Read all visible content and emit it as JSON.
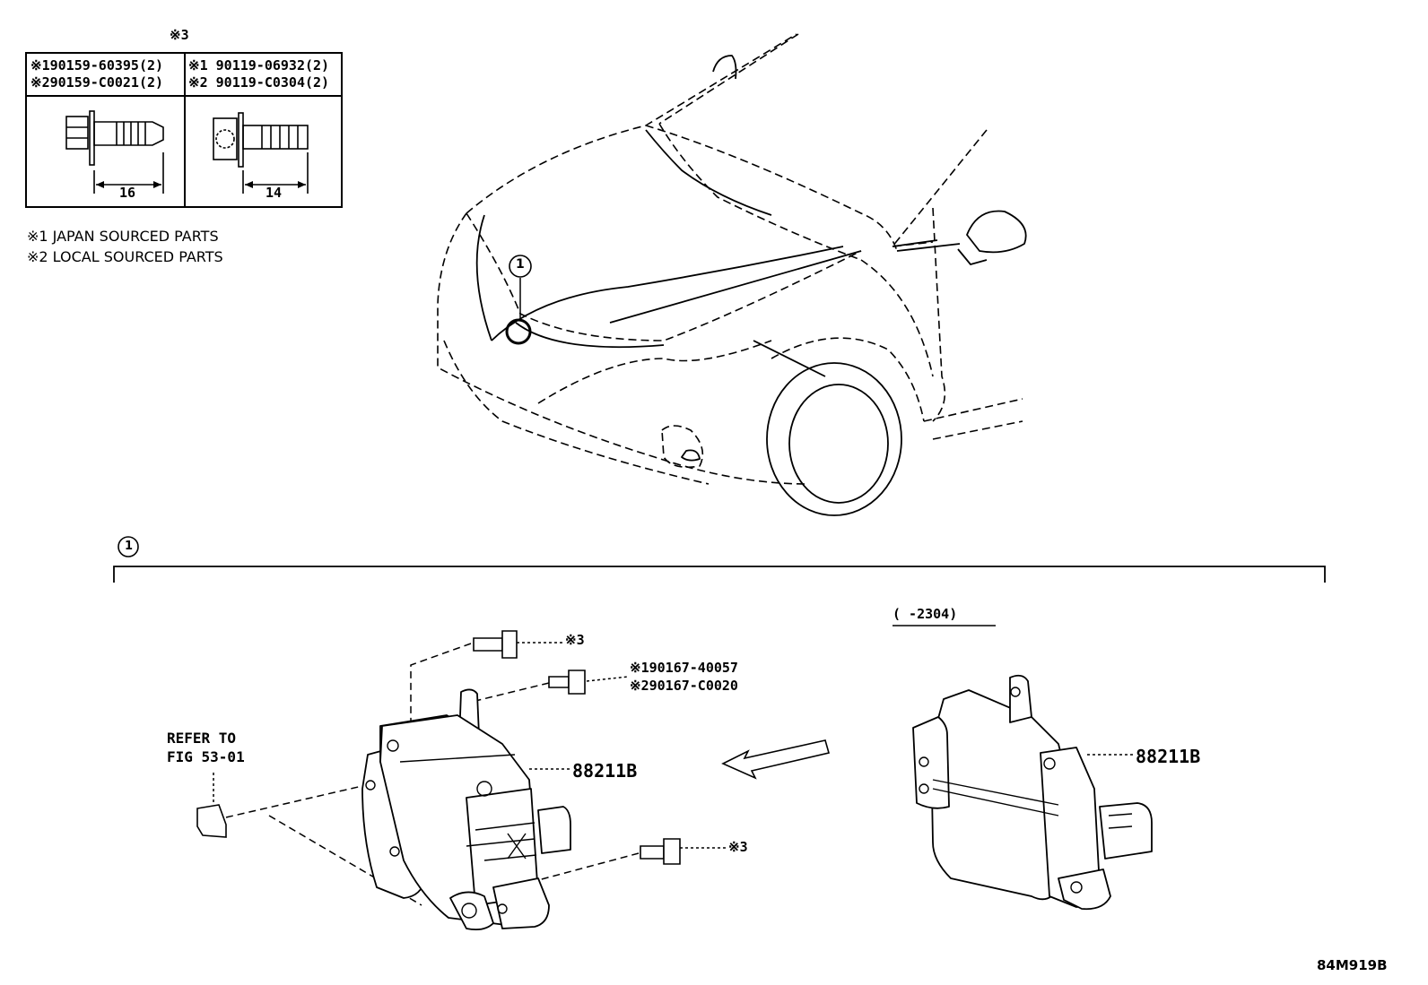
{
  "table": {
    "header_note": "※3",
    "col1": {
      "line1": "※190159-60395(2)",
      "line2": "※290159-C0021(2)",
      "length": "16"
    },
    "col2": {
      "line1": "※1 90119-06932(2)",
      "line2": "※2 90119-C0304(2)",
      "length": "14"
    }
  },
  "notes": {
    "note1": "※1 JAPAN SOURCED PARTS",
    "note2": "※2 LOCAL SOURCED PARTS"
  },
  "car": {
    "callout": "1"
  },
  "detail": {
    "section_marker": "1",
    "date_range": "(      -2304)",
    "bolt_top_ref": "※3",
    "bolt_mid_ref_1": "※190167-40057",
    "bolt_mid_ref_2": "※290167-C0020",
    "bolt_bottom_ref": "※3",
    "refer_line1": "REFER TO",
    "refer_line2": "FIG 53-01",
    "part_left": "88211B",
    "part_right": "88211B"
  },
  "figure_id": "84M919B"
}
